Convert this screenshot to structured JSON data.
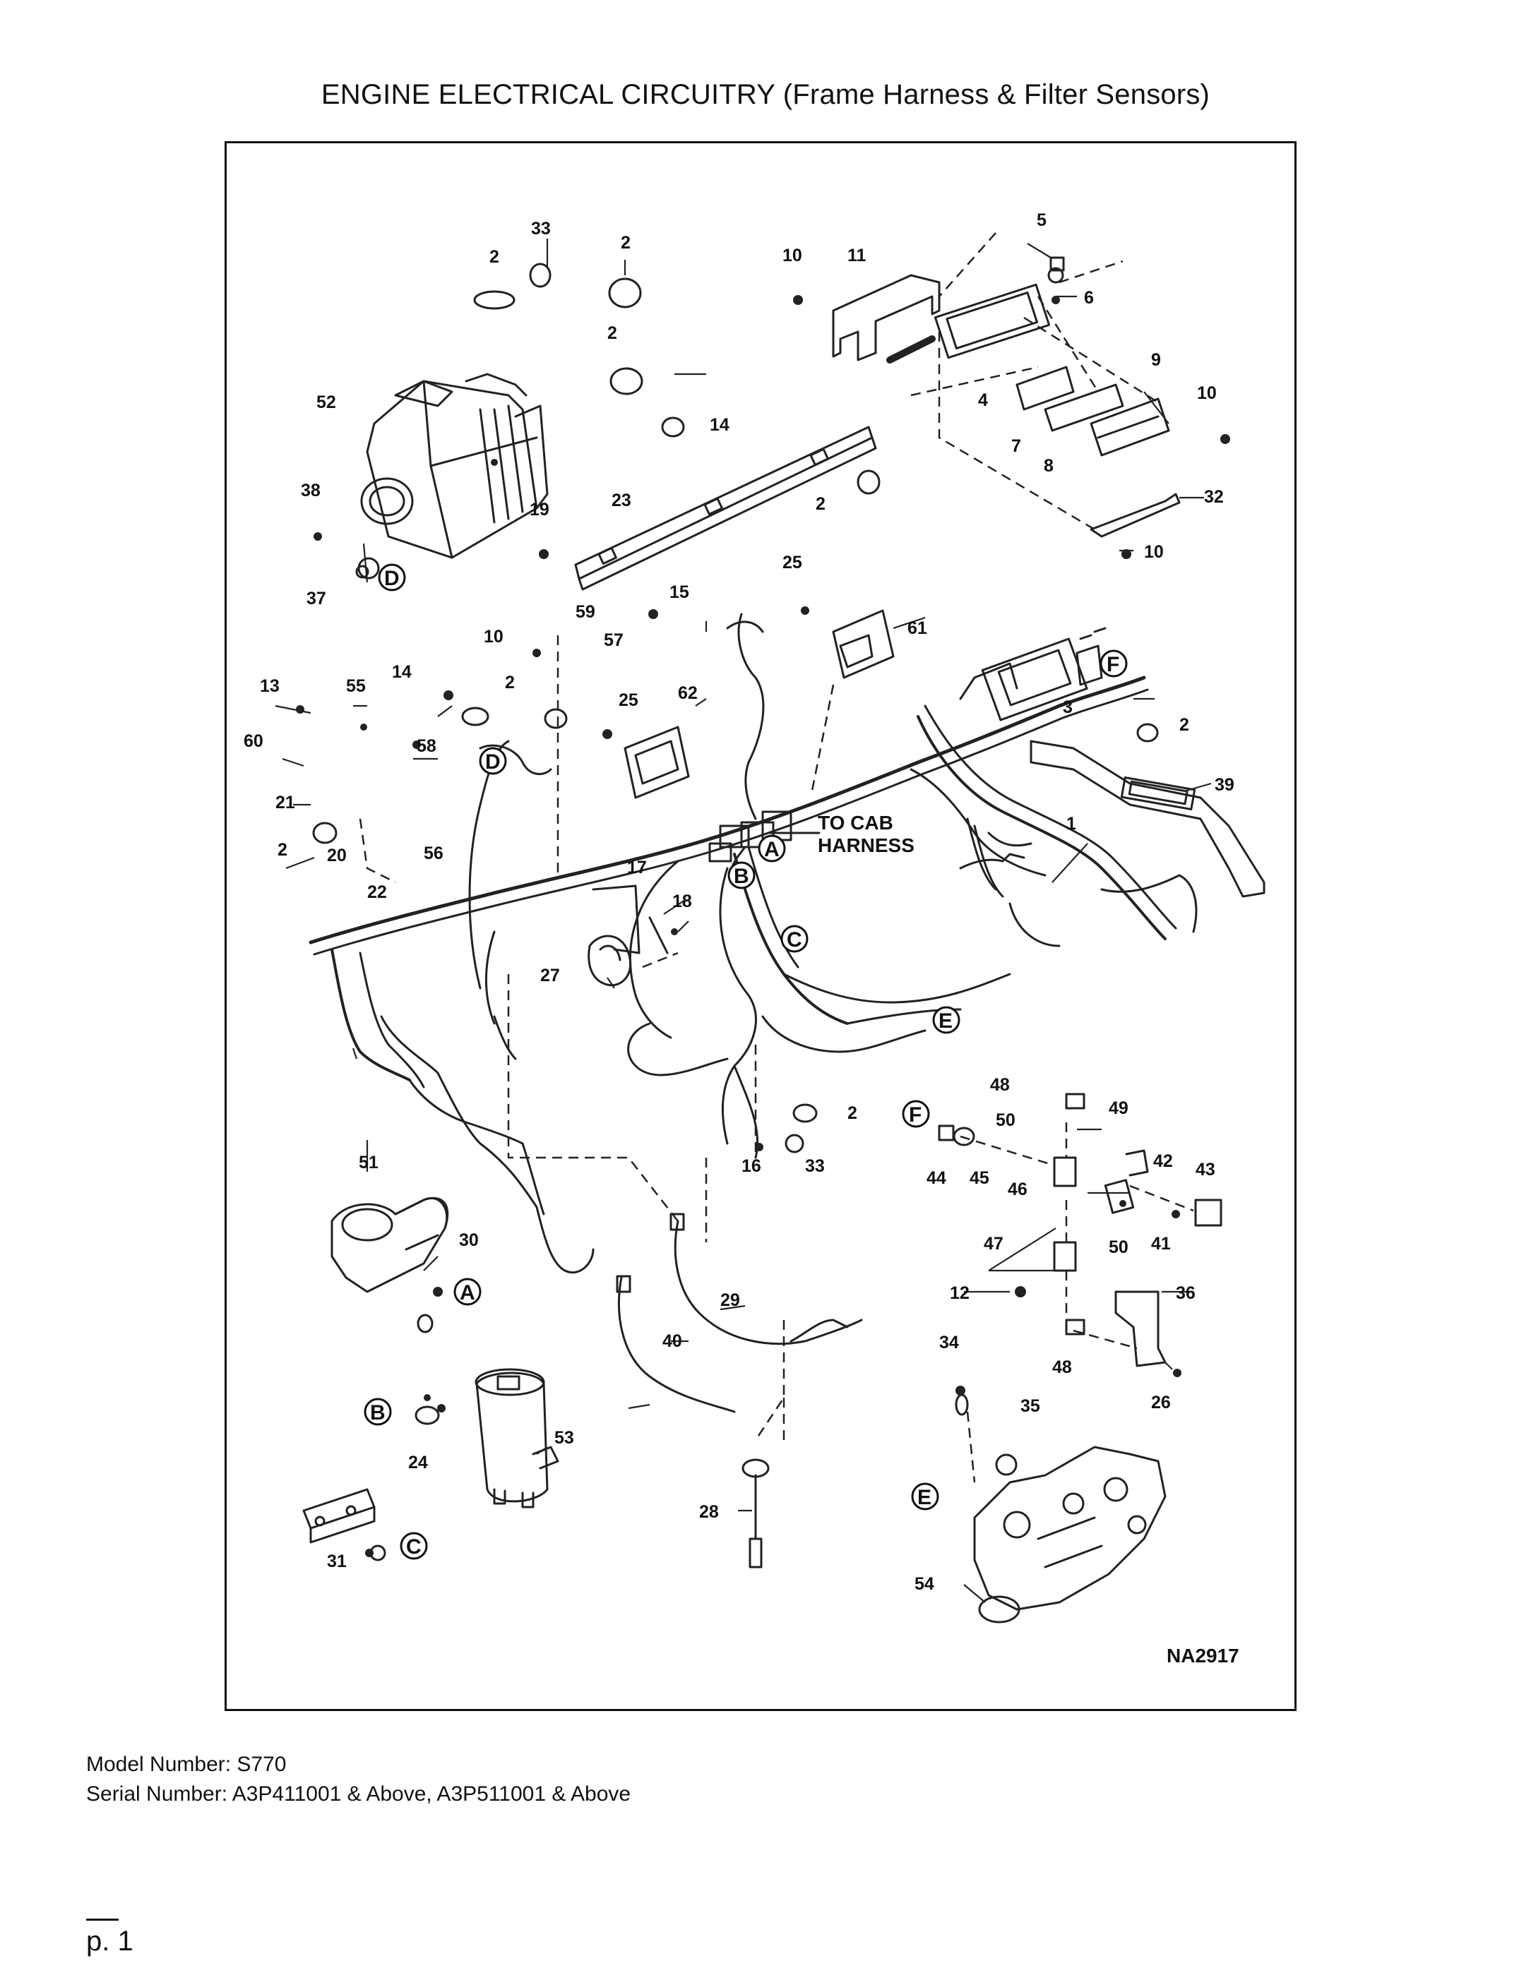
{
  "header": {
    "title": "ENGINE ELECTRICAL CIRCUITRY (Frame Harness & Filter Sensors)"
  },
  "diagram": {
    "drawing_id": "NA2917",
    "cab_label_line1": "TO CAB",
    "cab_label_line2": "HARNESS",
    "callouts": [
      {
        "n": "1"
      },
      {
        "n": "2"
      },
      {
        "n": "3"
      },
      {
        "n": "4"
      },
      {
        "n": "5"
      },
      {
        "n": "6"
      },
      {
        "n": "7"
      },
      {
        "n": "8"
      },
      {
        "n": "9"
      },
      {
        "n": "10"
      },
      {
        "n": "11"
      },
      {
        "n": "12"
      },
      {
        "n": "13"
      },
      {
        "n": "14"
      },
      {
        "n": "15"
      },
      {
        "n": "16"
      },
      {
        "n": "17"
      },
      {
        "n": "18"
      },
      {
        "n": "19"
      },
      {
        "n": "20"
      },
      {
        "n": "21"
      },
      {
        "n": "22"
      },
      {
        "n": "23"
      },
      {
        "n": "24"
      },
      {
        "n": "25"
      },
      {
        "n": "26"
      },
      {
        "n": "27"
      },
      {
        "n": "28"
      },
      {
        "n": "29"
      },
      {
        "n": "30"
      },
      {
        "n": "31"
      },
      {
        "n": "32"
      },
      {
        "n": "33"
      },
      {
        "n": "34"
      },
      {
        "n": "35"
      },
      {
        "n": "36"
      },
      {
        "n": "37"
      },
      {
        "n": "38"
      },
      {
        "n": "39"
      },
      {
        "n": "40"
      },
      {
        "n": "41"
      },
      {
        "n": "42"
      },
      {
        "n": "43"
      },
      {
        "n": "44"
      },
      {
        "n": "45"
      },
      {
        "n": "46"
      },
      {
        "n": "47"
      },
      {
        "n": "48"
      },
      {
        "n": "49"
      },
      {
        "n": "50"
      },
      {
        "n": "51"
      },
      {
        "n": "52"
      },
      {
        "n": "53"
      },
      {
        "n": "54"
      },
      {
        "n": "55"
      },
      {
        "n": "56"
      },
      {
        "n": "57"
      },
      {
        "n": "58"
      },
      {
        "n": "59"
      },
      {
        "n": "60"
      },
      {
        "n": "61"
      },
      {
        "n": "62"
      }
    ],
    "connection_refs": [
      "A",
      "B",
      "C",
      "D",
      "E",
      "F"
    ]
  },
  "footer": {
    "model_line": "Model Number: S770",
    "serial_line": "Serial Number: A3P411001 & Above, A3P511001 & Above",
    "page_label": "p. 1"
  }
}
